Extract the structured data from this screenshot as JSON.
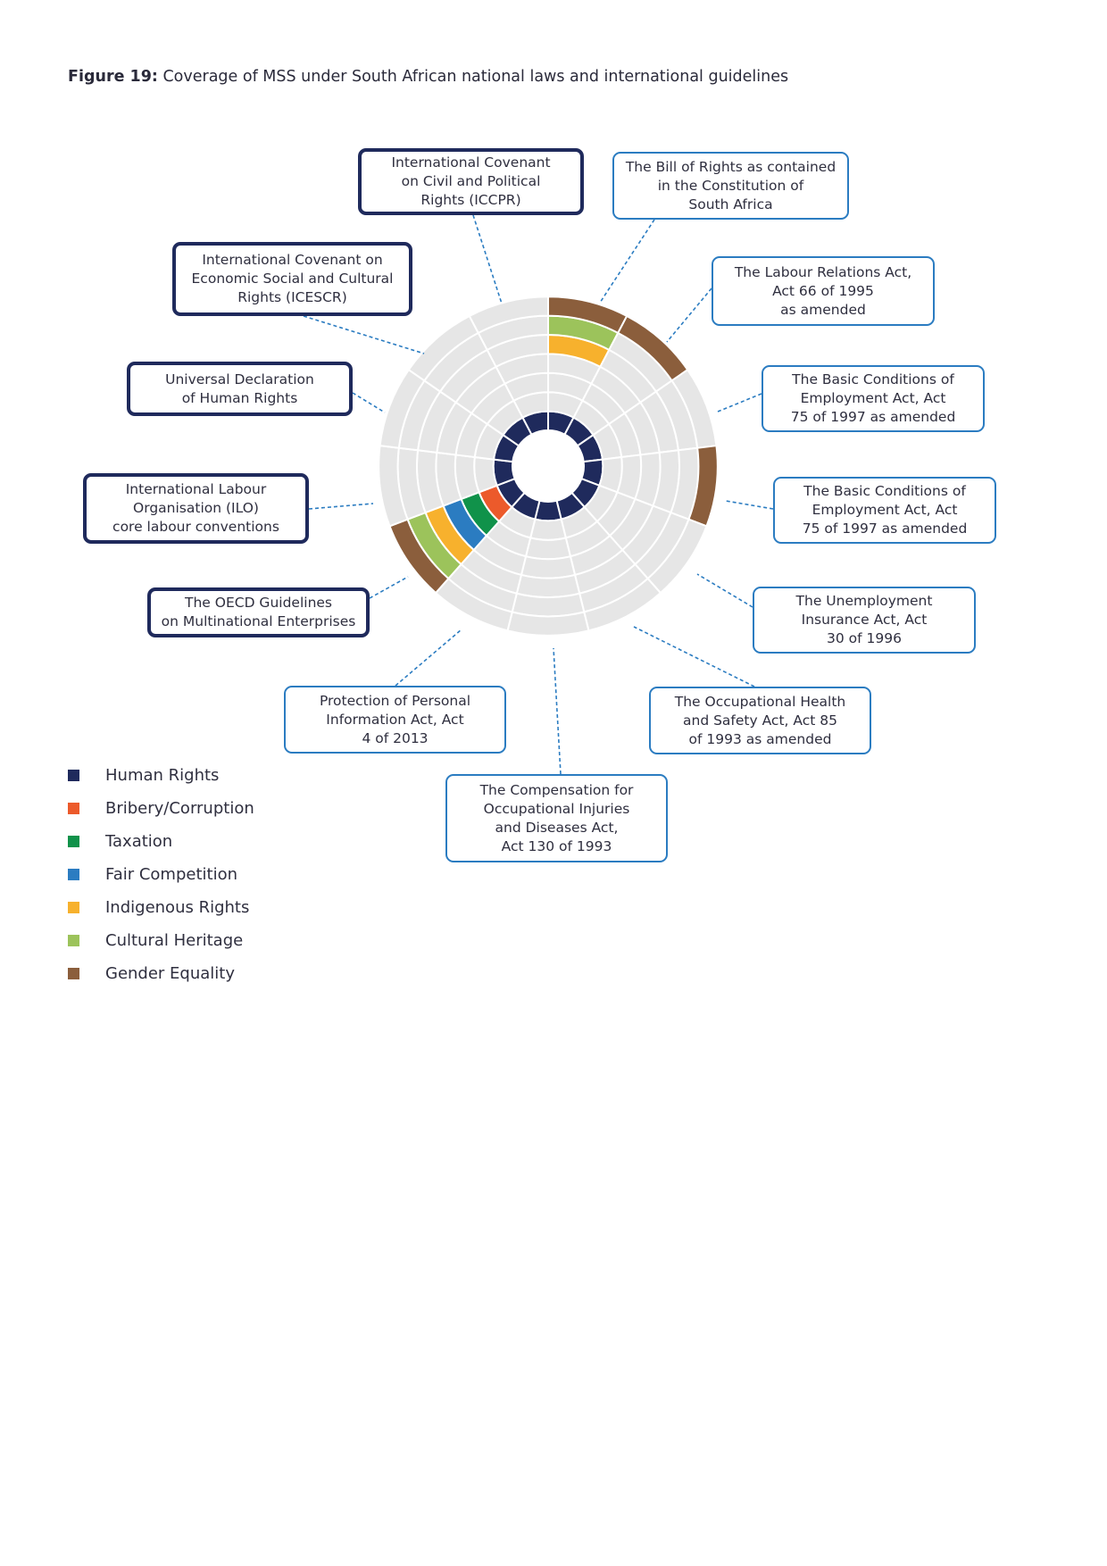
{
  "title": {
    "bold": "Figure 19:",
    "text": " Coverage of MSS under South African national laws and international guidelines"
  },
  "colors": {
    "Human Rights": "#1f2a5c",
    "Bribery/Corruption": "#ec5a2b",
    "Taxation": "#10924a",
    "Fair Competition": "#2b7cc1",
    "Indigenous Rights": "#f7b12d",
    "Cultural Heritage": "#9cc35b",
    "Gender Equality": "#8b5e3c",
    "ring_background": "#e6e6e6"
  },
  "legend": [
    {
      "label": "Human Rights",
      "color": "#1f2a5c"
    },
    {
      "label": "Bribery/Corruption",
      "color": "#ec5a2b"
    },
    {
      "label": "Taxation",
      "color": "#10924a"
    },
    {
      "label": "Fair Competition",
      "color": "#2b7cc1"
    },
    {
      "label": "Indigenous Rights",
      "color": "#f7b12d"
    },
    {
      "label": "Cultural Heritage",
      "color": "#9cc35b"
    },
    {
      "label": "Gender Equality",
      "color": "#8b5e3c"
    }
  ],
  "instruments": [
    {
      "name": "The Bill of Rights as contained\nin the Constitution of\nSouth Africa",
      "type": "national",
      "coverage": [
        "Human Rights",
        "Indigenous Rights",
        "Cultural Heritage",
        "Gender Equality"
      ]
    },
    {
      "name": "The Labour Relations Act,\nAct 66 of 1995\nas amended",
      "type": "national",
      "coverage": [
        "Human Rights",
        "Gender Equality"
      ]
    },
    {
      "name": "The Basic Conditions of\nEmployment Act, Act\n75 of 1997 as amended",
      "type": "national",
      "coverage": [
        "Human Rights"
      ]
    },
    {
      "name": "The Basic Conditions of\nEmployment Act, Act\n75 of 1997 as amended",
      "type": "national",
      "coverage": [
        "Human Rights",
        "Gender Equality"
      ]
    },
    {
      "name": "The Unemployment\nInsurance Act, Act\n30 of 1996",
      "type": "national",
      "coverage": [
        "Human Rights"
      ]
    },
    {
      "name": "The Occupational Health\nand Safety Act, Act 85\nof 1993 as amended",
      "type": "national",
      "coverage": [
        "Human Rights"
      ]
    },
    {
      "name": "The Compensation for\nOccupational Injuries\nand Diseases Act,\nAct 130 of 1993",
      "type": "national",
      "coverage": [
        "Human Rights"
      ]
    },
    {
      "name": "Protection of Personal\nInformation Act, Act\n4 of 2013",
      "type": "national",
      "coverage": [
        "Human Rights"
      ]
    },
    {
      "name": "The OECD Guidelines\non Multinational Enterprises",
      "type": "international",
      "coverage": [
        "Human Rights",
        "Bribery/Corruption",
        "Taxation",
        "Fair Competition",
        "Indigenous Rights",
        "Cultural Heritage",
        "Gender Equality"
      ]
    },
    {
      "name": "International Labour\nOrganisation (ILO)\ncore labour conventions",
      "type": "international",
      "coverage": [
        "Human Rights"
      ]
    },
    {
      "name": "Universal Declaration\nof Human Rights",
      "type": "international",
      "coverage": [
        "Human Rights"
      ]
    },
    {
      "name": "International Covenant on\nEconomic Social and Cultural\nRights (ICESCR)",
      "type": "international",
      "coverage": [
        "Human Rights"
      ]
    },
    {
      "name": "International Covenant\non Civil and Political\nRights (ICCPR)",
      "type": "international",
      "coverage": [
        "Human Rights"
      ]
    }
  ]
}
